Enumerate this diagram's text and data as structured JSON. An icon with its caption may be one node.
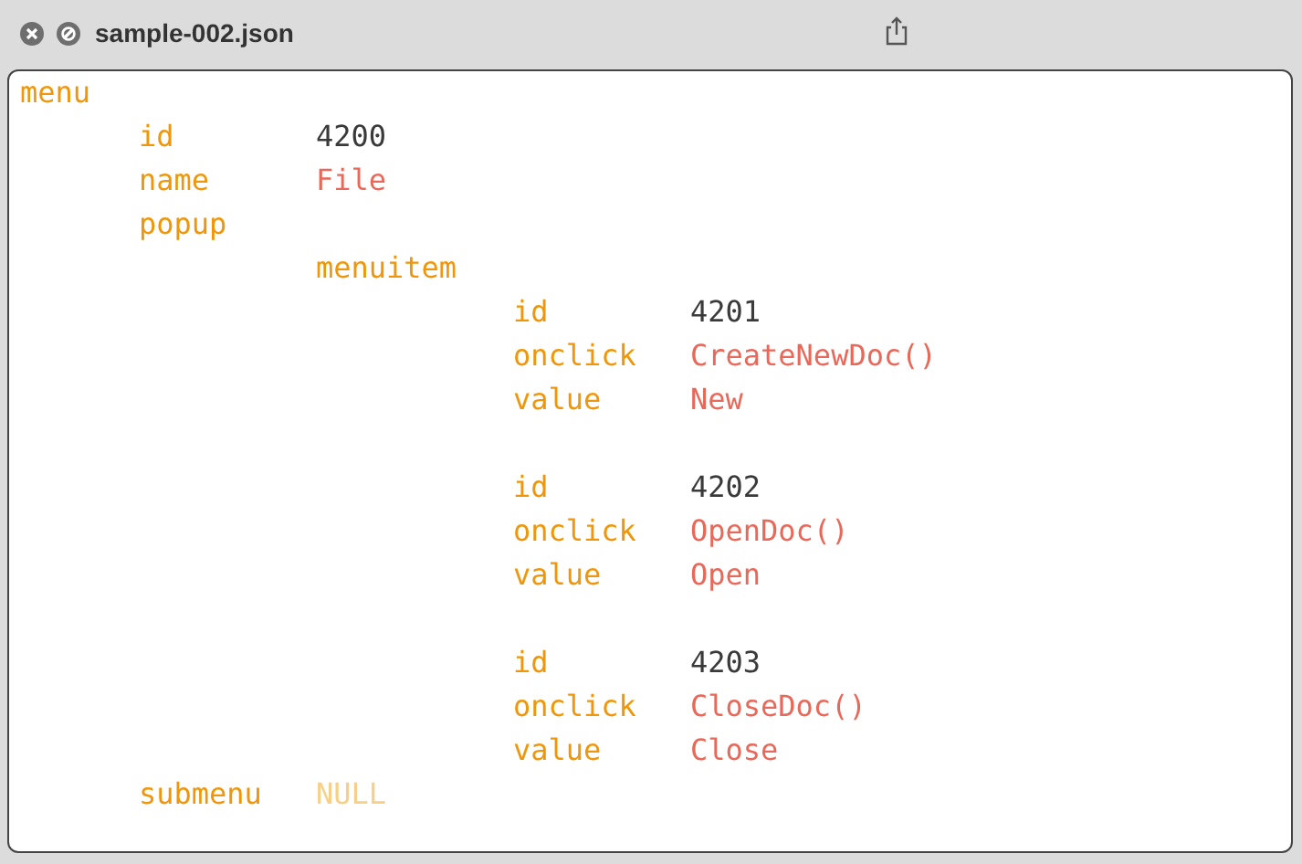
{
  "diagram": {
    "title": "sample-002.json",
    "labels": [
      "menu",
      "id",
      "4200",
      "name",
      "File",
      "popup",
      "menuitem",
      "id",
      "4201",
      "onclick",
      "CreateNewDoc()",
      "value",
      "New",
      "id",
      "4202",
      "onclick",
      "OpenDoc()",
      "value",
      "Open",
      "id",
      "4203",
      "onclick",
      "CloseDoc()",
      "value",
      "Close",
      "submenu",
      "NULL"
    ]
  }
}
